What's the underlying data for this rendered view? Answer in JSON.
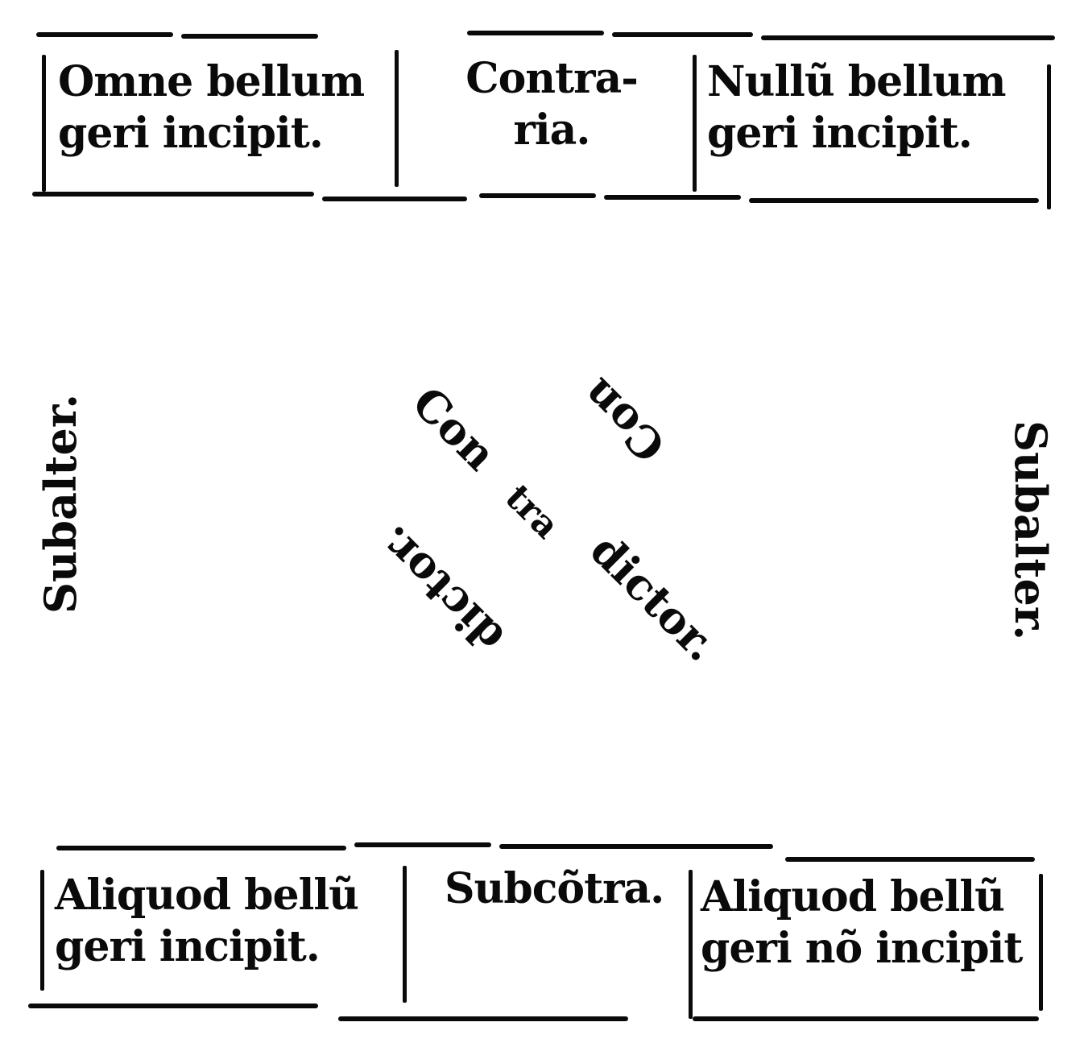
{
  "top_row": {
    "left": {
      "line1": "Omne bellum",
      "line2": "geri incipit."
    },
    "middle": {
      "line1": "Contra-",
      "line2": "ria."
    },
    "right": {
      "line1": "Nullũ bellum",
      "line2": "geri incipit."
    }
  },
  "bottom_row": {
    "left": {
      "line1": "Aliquod bellũ",
      "line2": "geri incipit."
    },
    "middle": {
      "line1": "Subcõtra."
    },
    "right": {
      "line1": "Aliquod bellũ",
      "line2": "geri nõ incipit"
    }
  },
  "sides": {
    "left": "Subalter.",
    "right": "Subalter."
  },
  "diagonal": {
    "part1": "Con",
    "part2": "tra",
    "part3": "dictor.",
    "part1b": "Con",
    "part3b": "dictor."
  }
}
